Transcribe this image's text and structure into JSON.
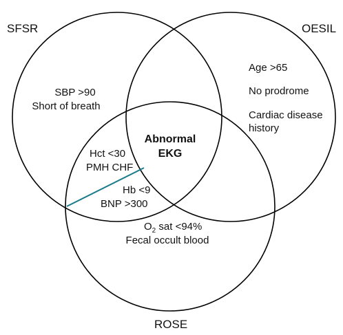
{
  "sets": {
    "sfsr": "SFSR",
    "oesil": "OESIL",
    "rose": "ROSE"
  },
  "regions": {
    "sfsr_only": [
      "SBP >90",
      "Short of breath"
    ],
    "oesil_only": [
      "Age >65",
      "No prodrome",
      "Cardiac disease",
      "history"
    ],
    "center": [
      "Abnormal",
      "EKG"
    ],
    "sfsr_rose_upper": [
      "Hct <30",
      "PMH CHF"
    ],
    "sfsr_rose_lower": [
      "Hb <9",
      "BNP >300"
    ],
    "rose_only": {
      "o2_prefix": "O",
      "o2_subscript": "2",
      "o2_suffix": " sat <94%",
      "fecal": "Fecal occult blood"
    }
  },
  "colors": {
    "outline": "#000000",
    "divider": "#1a7a8c",
    "text": "#111111"
  }
}
